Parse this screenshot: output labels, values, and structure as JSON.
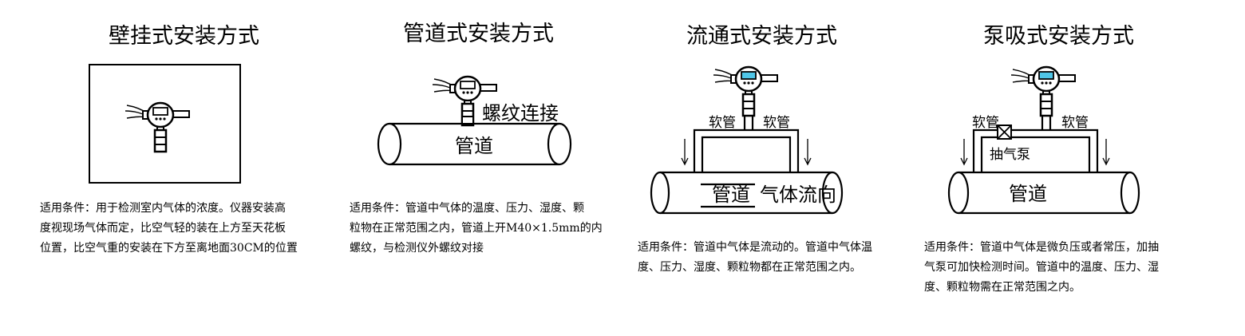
{
  "panels": [
    {
      "title": "壁挂式安装方式",
      "description": [
        "适用条件：用于检测室内气体的浓度。仪器安装高",
        "度视现场气体而定，比空气轻的装在上方至天花板",
        "位置，比空气重的安装在下方至离地面30CM的位置"
      ]
    },
    {
      "title": "管道式安装方式",
      "labels": {
        "thread": "螺纹连接",
        "pipe": "管道"
      },
      "description": [
        "适用条件：管道中气体的温度、压力、湿度、颗",
        "粒物在正常范围之内，管道上开M40×1.5mm的内",
        "螺纹，与检测仪外螺纹对接"
      ]
    },
    {
      "title": "流通式安装方式",
      "labels": {
        "hose_left": "软管",
        "hose_right": "软管",
        "pipe": "管道",
        "flow": "气体流向"
      },
      "description": [
        "适用条件：管道中气体是流动的。管道中气体温",
        "度、压力、湿度、颗粒物都在正常范围之内。"
      ]
    },
    {
      "title": "泵吸式安装方式",
      "labels": {
        "hose_left": "软管",
        "hose_right": "软管",
        "pump": "抽气泵",
        "pipe": "管道"
      },
      "description": [
        "适用条件：管道中气体是微负压或者常压，加抽",
        "气泵可加快检测时间。管道中的温度、压力、湿",
        "度、颗粒物需在正常范围之内。"
      ]
    }
  ],
  "colors": {
    "line": "#000000",
    "screen": "#4fc6e8"
  }
}
